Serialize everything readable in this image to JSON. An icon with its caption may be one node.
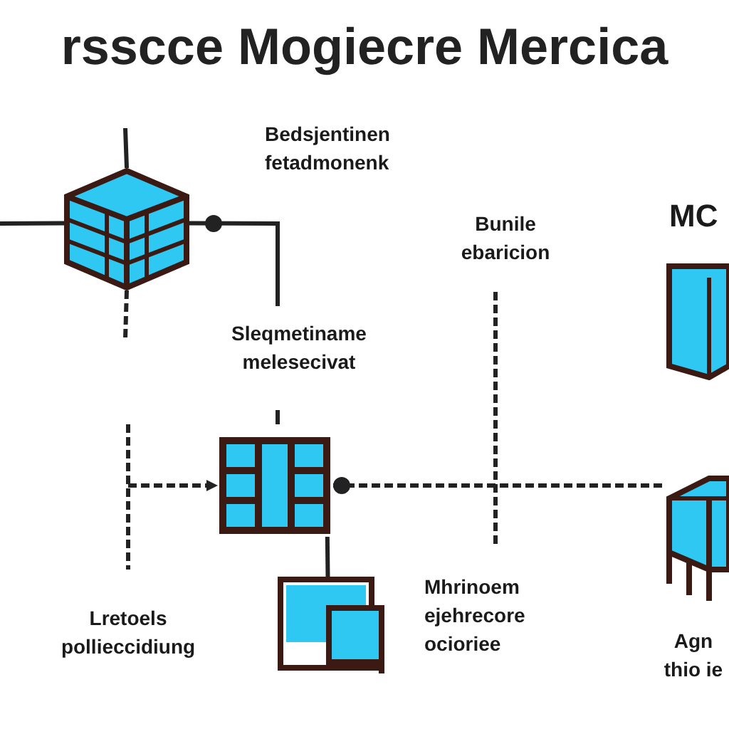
{
  "diagram": {
    "title": "rsscce Mogiecre Mercica",
    "nodes": [
      {
        "text": [],
        "shape": "picture"
      },
      {
        "text": [],
        "shape": "picture"
      },
      {
        "text": [],
        "shape": "picture"
      },
      {
        "text": [],
        "shape": "picture"
      },
      {
        "text": [],
        "shape": "picture"
      }
    ],
    "edges": [
      {
        "from": null,
        "to": 0,
        "arrow": "none"
      },
      {
        "from": 0,
        "to": null,
        "arrow": "none"
      },
      {
        "from": 0,
        "to": null,
        "arrow": "none"
      },
      {
        "from": 0,
        "to": null,
        "arrow": "none",
        "style": "dashed"
      },
      {
        "from": null,
        "to": 1,
        "arrow": "to",
        "style": "dashed"
      },
      {
        "from": 1,
        "to": 4,
        "arrow": "other",
        "style": "dashed"
      },
      {
        "from": 1,
        "to": 2,
        "arrow": "none"
      }
    ],
    "labels": [
      "Bedsjentinen fetadmonenk",
      "Bunile ebaricion",
      "MC",
      "Sleqmetiname melesecivat",
      "Lretoels pollieccidiung",
      "Mhrinoem ejehrecore ocioriee",
      "Agn thio ie"
    ]
  }
}
